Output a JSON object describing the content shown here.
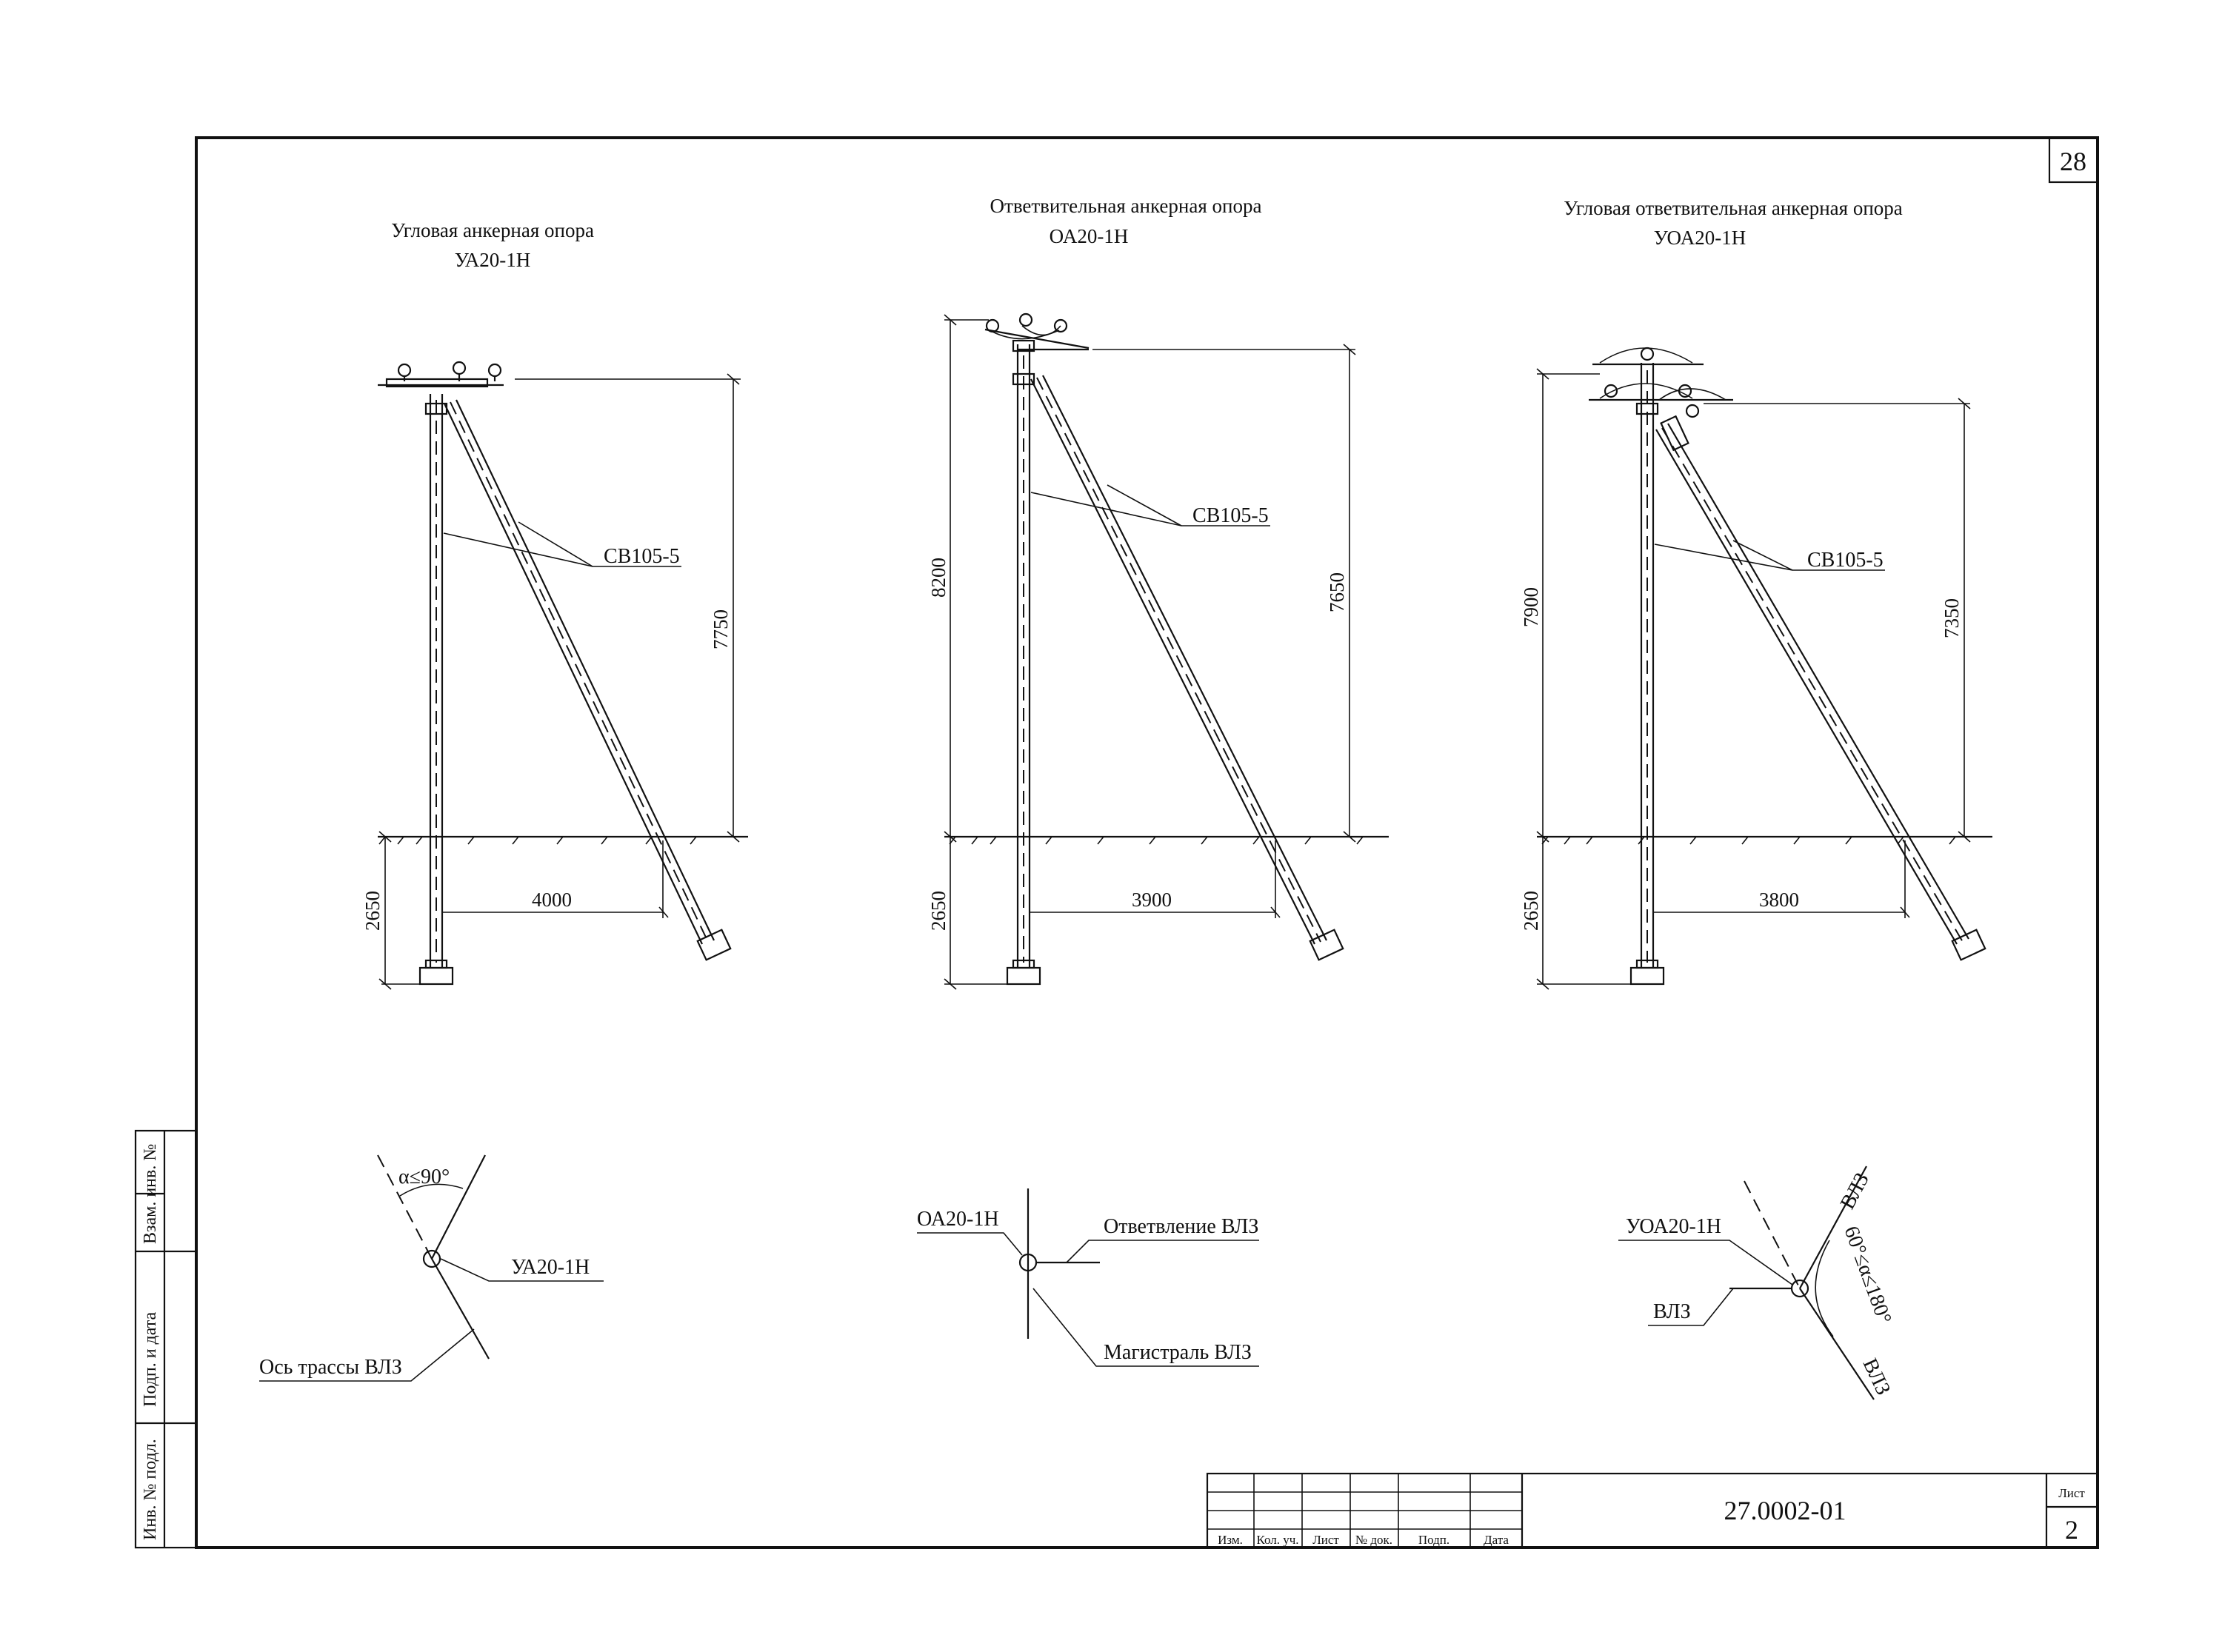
{
  "sheet": {
    "page_number_top": "28",
    "document_code": "27.0002-01",
    "sheet_label": "Лист",
    "sheet_number": "2"
  },
  "title_block_columns": [
    "Изм.",
    "Кол. уч.",
    "Лист",
    "№ док.",
    "Подп.",
    "Дата"
  ],
  "side_stamp": {
    "inv_podl": "Инв. № подл.",
    "podp_data": "Подп. и дата",
    "vzam_inv": "Взам. инв. №"
  },
  "supports": [
    {
      "title": "Угловая анкерная опора",
      "code": "УА20-1Н",
      "strut_label": "СВ105-5",
      "height_above": "7750",
      "depth": "2650",
      "base_offset": "4000"
    },
    {
      "title": "Ответвительная анкерная опора",
      "code": "ОА20-1Н",
      "strut_label": "СВ105-5",
      "total_height": "8200",
      "height_above": "7650",
      "depth": "2650",
      "base_offset": "3900"
    },
    {
      "title": "Угловая ответвительная анкерная опора",
      "code": "УОА20-1Н",
      "strut_label": "СВ105-5",
      "total_height": "7900",
      "height_above": "7350",
      "depth": "2650",
      "base_offset": "3800"
    }
  ],
  "plans": {
    "angle": {
      "angle_label": "α≤90°",
      "support_label": "УА20-1Н",
      "axis_label": "Ось трассы ВЛЗ"
    },
    "branch": {
      "support_label": "ОА20-1Н",
      "branch_label": "Ответвление ВЛЗ",
      "main_label": "Магистраль ВЛЗ"
    },
    "angle_branch": {
      "support_label": "УОА20-1Н",
      "left_label": "ВЛЗ",
      "top_label": "ВЛЗ",
      "bottom_label": "ВЛЗ",
      "angle_label": "60°≤α≤180°"
    }
  }
}
